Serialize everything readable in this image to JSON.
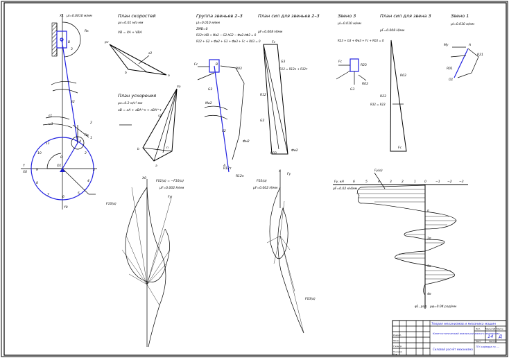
{
  "sheet": {
    "mechanism": {
      "scale": "μl=0.0010 м/мм",
      "labels": [
        "X1",
        "Y",
        "X0",
        "Y0",
        "O1",
        "A",
        "B",
        "ω1",
        "ε1",
        "1",
        "2",
        "3",
        "S2",
        "Rк",
        "Rв"
      ],
      "positions": [
        "0",
        "1",
        "2",
        "3",
        "4",
        "5",
        "6",
        "7",
        "8",
        "9",
        "10",
        "11"
      ]
    },
    "velocity_plan": {
      "title": "План скоростей",
      "scale": "μv=0.01 м/с·мм",
      "equation": "VB = VA + VBA",
      "labels": [
        "pv",
        "a",
        "b",
        "s2"
      ]
    },
    "acceleration_plan": {
      "title": "План ускорения",
      "scale": "μa=0.2 м/с²·мм",
      "equation": "aB = aA + aBA^n + aBA^τ",
      "labels": [
        "πa",
        "a",
        "b",
        "n",
        "s2"
      ]
    },
    "group_2_3": {
      "title": "Группа звеньев 2–3",
      "scale": "μl=0.010 м/мм",
      "eq1": "ΣMB=0",
      "eq2": "R12τ·lAB + Ми2 − G2·hG2 − Фи2·hФ2 = 0",
      "eq3": "R12 + G2 + Фи2 + G3 + Фи3 + Fc + R03 = 0",
      "labels": [
        "R12τ",
        "R12n",
        "G2",
        "Фи2",
        "Mи2",
        "Fc",
        "R03",
        "B",
        "A",
        "S2"
      ]
    },
    "force_plan_2_3": {
      "title": "План сил для звеньев 2–3",
      "scale": "μF=0.008 Н/мм",
      "labels": [
        "Fc",
        "R12",
        "G2",
        "Фи2",
        "R03",
        "G3",
        "R12 = R12n + R12τ"
      ]
    },
    "link_3": {
      "title": "Звено 3",
      "scale": "μl=0.010 м/мм",
      "equation": "R23 + G3 + Фи3 + Fc + R03 = 0",
      "labels": [
        "R23",
        "Fc",
        "R03",
        "G3"
      ]
    },
    "force_plan_3": {
      "title": "План сил для звена 3",
      "scale": "μF=0.008 Н/мм",
      "labels": [
        "Fc",
        "R03",
        "R23",
        "R32 = R23"
      ]
    },
    "link_1": {
      "title": "Звено 1",
      "scale": "μl=0.010 м/мм",
      "labels": [
        "Mу",
        "A",
        "O1",
        "R21",
        "R01"
      ]
    },
    "hodograph_1": {
      "title": "F01(α) = −F10(α)",
      "scale": "μF=0.002 Н/мм",
      "labels": [
        "X0",
        "F10(α)",
        "Fy"
      ]
    },
    "hodograph_2": {
      "title": "F03(α)",
      "scale": "μF=0.002 Н/мм",
      "labels": [
        "X",
        "F03(α)",
        "Fy"
      ]
    },
    "graph": {
      "ylabel": "Fy, кН",
      "scale": "μF=0.02 кН/мм",
      "curve_label": "Fy(α)",
      "xlabel": "φ1, рад",
      "xscale": "μφ=0.04 рад/мм",
      "ticks": [
        "6",
        "5",
        "4",
        "3",
        "2",
        "1",
        "0",
        "−1",
        "−2",
        "−3"
      ],
      "marks": [
        "π",
        "2π",
        "3π",
        "4π"
      ]
    },
    "title_block": {
      "course": "Теория механизмов и механика машин",
      "topic": "Силовой расчёт механизма",
      "sheet_title": "Кинетостатический анализ рычажного механизма",
      "sheet_no": "14",
      "letter": "Д",
      "org": "ТГУ кафедра гр. ...",
      "roles": [
        "Разраб.",
        "Пров.",
        "Т.контр.",
        "Н.контр.",
        "Утв."
      ],
      "headers": [
        "Лит.",
        "Масса",
        "Масштаб",
        "Лист",
        "Листов"
      ]
    }
  }
}
